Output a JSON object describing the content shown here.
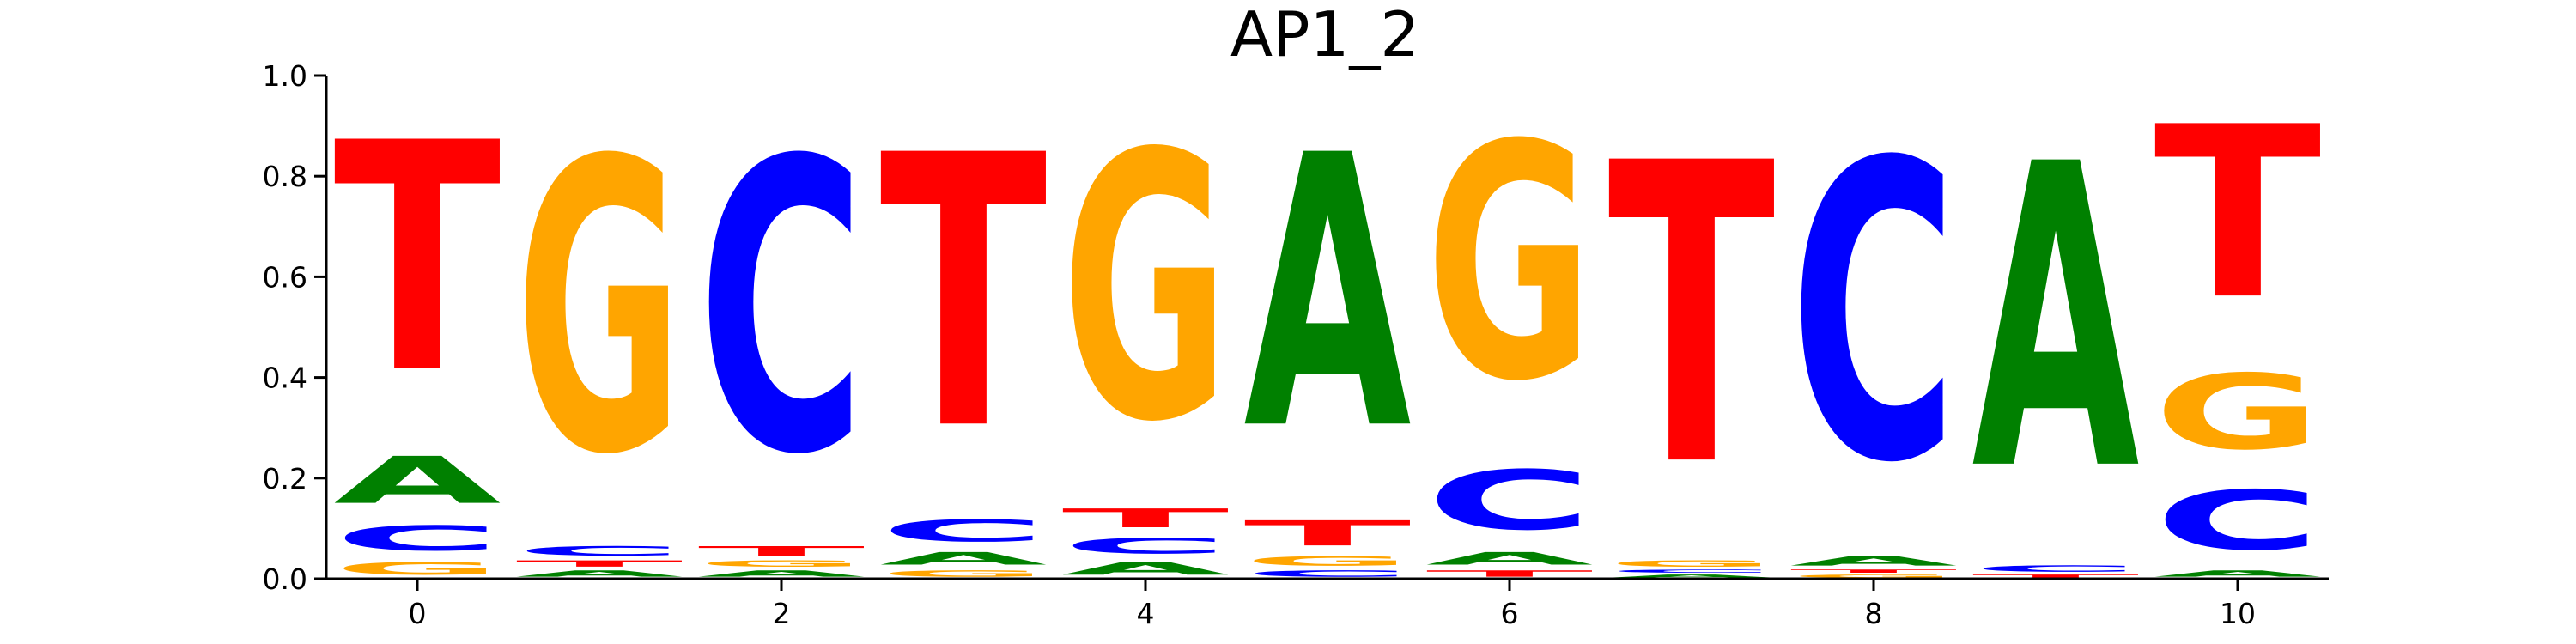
{
  "chart_data": {
    "type": "sequence-logo",
    "title": "AP1_2",
    "colors": {
      "A": "#008000",
      "C": "#0000ff",
      "G": "#ffa500",
      "T": "#ff0000"
    },
    "ylim": [
      0,
      1
    ],
    "xlim": [
      -0.5,
      10.5
    ],
    "yticks": [
      0,
      0.2,
      0.4,
      0.6,
      0.8,
      1.0
    ],
    "yticklabels": [
      "0.0",
      "0.2",
      "0.4",
      "0.6",
      "0.8",
      "1.0"
    ],
    "xticks": [
      0,
      2,
      4,
      6,
      8,
      10
    ],
    "xticklabels": [
      "0",
      "2",
      "4",
      "6",
      "8",
      "10"
    ],
    "positions": [
      {
        "x": 0,
        "A": 0.15,
        "C": 0.08,
        "G": 0.04,
        "T": 0.73
      },
      {
        "x": 1,
        "A": 0.02,
        "C": 0.03,
        "G": 0.93,
        "T": 0.02
      },
      {
        "x": 2,
        "A": 0.02,
        "C": 0.93,
        "G": 0.02,
        "T": 0.03
      },
      {
        "x": 3,
        "A": 0.04,
        "C": 0.07,
        "G": 0.02,
        "T": 0.87
      },
      {
        "x": 4,
        "A": 0.04,
        "C": 0.05,
        "G": 0.85,
        "T": 0.06
      },
      {
        "x": 5,
        "A": 0.87,
        "C": 0.02,
        "G": 0.03,
        "T": 0.08
      },
      {
        "x": 6,
        "A": 0.04,
        "C": 0.19,
        "G": 0.75,
        "T": 0.02
      },
      {
        "x": 7,
        "A": 0.01,
        "C": 0.01,
        "G": 0.02,
        "T": 0.96
      },
      {
        "x": 8,
        "A": 0.03,
        "C": 0.95,
        "G": 0.01,
        "T": 0.01
      },
      {
        "x": 9,
        "A": 0.97,
        "C": 0.02,
        "G": 0.0,
        "T": 0.01
      },
      {
        "x": 10,
        "A": 0.02,
        "C": 0.19,
        "G": 0.24,
        "T": 0.55
      }
    ]
  }
}
